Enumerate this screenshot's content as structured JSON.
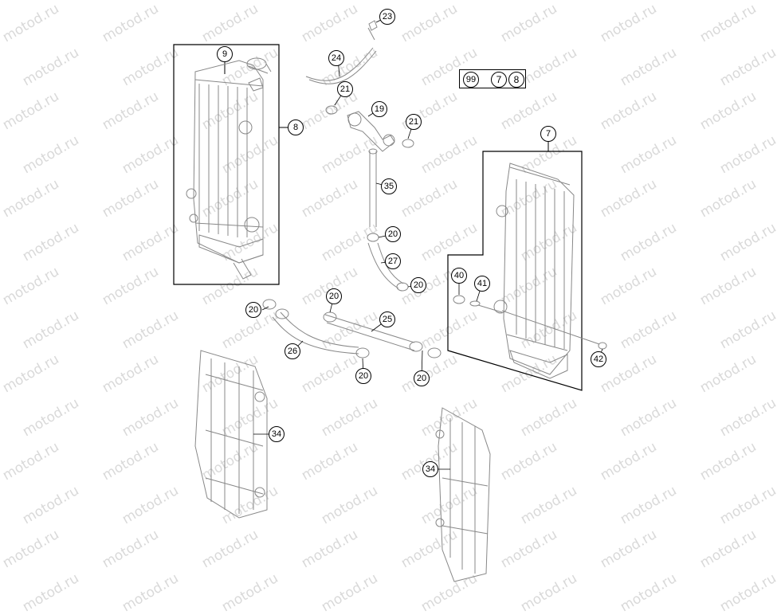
{
  "watermark": "motod.ru",
  "kit": {
    "number": "99",
    "parts": [
      "7",
      "8"
    ]
  },
  "callouts": [
    "23",
    "24",
    "9",
    "21",
    "19",
    "21",
    "8",
    "7",
    "35",
    "20",
    "27",
    "40",
    "41",
    "20",
    "20",
    "20",
    "25",
    "26",
    "20",
    "20",
    "42",
    "34",
    "34"
  ],
  "colors": {
    "line": "#000000",
    "part_line": "#888888",
    "watermark": "#d9d9d9"
  }
}
